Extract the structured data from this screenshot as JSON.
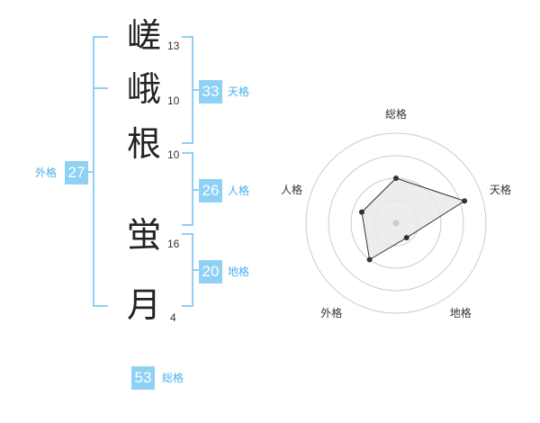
{
  "colors": {
    "accent": "#8fd0f5",
    "badge_bg": "#8fd0f5",
    "label": "#4ab1ea",
    "radar_fill": "#e8e8e8",
    "radar_line": "#333333",
    "ring": "#cccccc"
  },
  "name": {
    "chars": [
      {
        "char": "嵯",
        "strokes": "13"
      },
      {
        "char": "峨",
        "strokes": "10"
      },
      {
        "char": "根",
        "strokes": "10"
      },
      {
        "char": "蛍",
        "strokes": "16"
      },
      {
        "char": "月",
        "strokes": "4"
      }
    ]
  },
  "fortune": {
    "tenkaku": {
      "value": "33",
      "label": "天格"
    },
    "jinkaku": {
      "value": "26",
      "label": "人格"
    },
    "chikaku": {
      "value": "20",
      "label": "地格"
    },
    "gaikaku": {
      "value": "27",
      "label": "外格"
    },
    "soukaku": {
      "value": "53",
      "label": "総格"
    }
  },
  "chart_data": {
    "type": "radar",
    "axes": [
      "総格",
      "天格",
      "地格",
      "外格",
      "人格"
    ],
    "values": [
      0.5,
      0.8,
      0.2,
      0.5,
      0.4
    ],
    "range": [
      0,
      1
    ],
    "rings": 4
  }
}
